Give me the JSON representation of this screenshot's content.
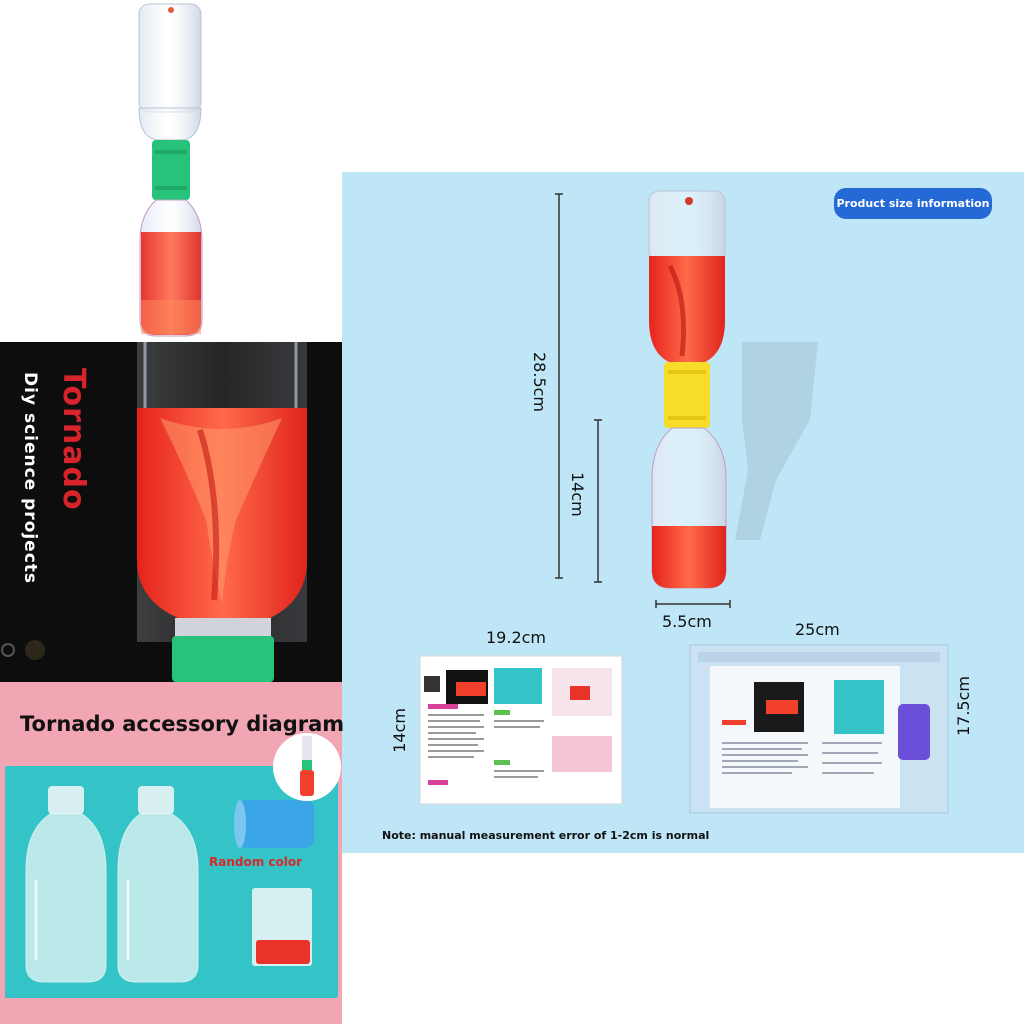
{
  "banner": {
    "title": "Tornado",
    "subtitle": "Diy science projects"
  },
  "accessory": {
    "title": "Tornado accessory diagram",
    "random_color_label": "Random color"
  },
  "size_info": {
    "badge": "Product size information",
    "height_total": "28.5cm",
    "height_bottle": "14cm",
    "width_bottle": "5.5cm",
    "card_width": "19.2cm",
    "card_height": "14cm",
    "bag_width": "25cm",
    "bag_height": "17.5cm",
    "note": "Note: manual measurement error of 1-2cm is normal"
  },
  "colors": {
    "liquid_red": "#f2402c",
    "connector_green": "#27c37a",
    "connector_yellow": "#f7dd2a",
    "panel_blue": "#bfe6f7",
    "panel_pink": "#f2a6b3",
    "panel_teal": "#34c3c7",
    "badge_blue": "#2469d6",
    "title_red": "#d7242b"
  }
}
